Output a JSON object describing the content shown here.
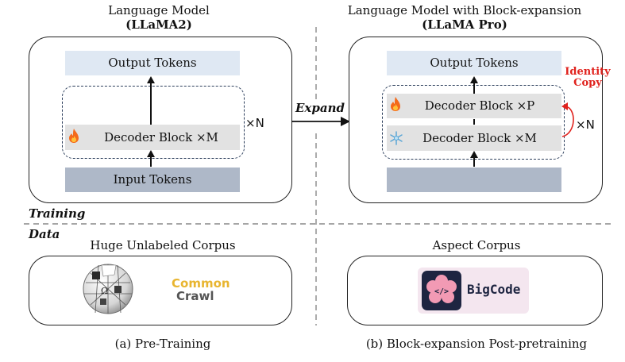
{
  "left_panel": {
    "title_line1": "Language Model",
    "title_line2": "(LLaMA2)",
    "output_tokens": "Output Tokens",
    "decoder_block": "Decoder Block ×M",
    "repeat": "×N",
    "input_tokens": "Input Tokens"
  },
  "right_panel": {
    "title_line1": "Language Model with Block-expansion",
    "title_line2": "(LLaMA Pro)",
    "output_tokens": "Output Tokens",
    "decoder_block_p": "Decoder Block  ×P",
    "decoder_block_m": "Decoder Block ×M",
    "repeat": "×N",
    "identity_line1": "Identity",
    "identity_line2": "Copy",
    "fire_icon_name": "fire-icon",
    "snowflake_icon_name": "snowflake-icon"
  },
  "expand_label": "Expand",
  "training_label": "Training",
  "data_label": "Data",
  "left_data": {
    "title": "Huge Unlabeled Corpus",
    "common": "Common",
    "crawl": "Crawl",
    "wiki_glyph": "Ω"
  },
  "right_data": {
    "title": "Aspect Corpus",
    "bigcode": "BigCode",
    "code_glyph": "</>"
  },
  "captions": {
    "left": "(a) Pre-Training",
    "right": "(b) Block-expansion Post-pretraining"
  },
  "colors": {
    "output_tokens": "#dfe8f3",
    "input_tokens": "#aeb8c8",
    "decoder": "#e2e2e2",
    "identity_copy": "#e0221d",
    "common_crawl_top": "#e8b530",
    "common_crawl_bottom": "#555555",
    "bigcode_bg": "#f4e6ef",
    "bigcode_icon": "#1e2541"
  }
}
